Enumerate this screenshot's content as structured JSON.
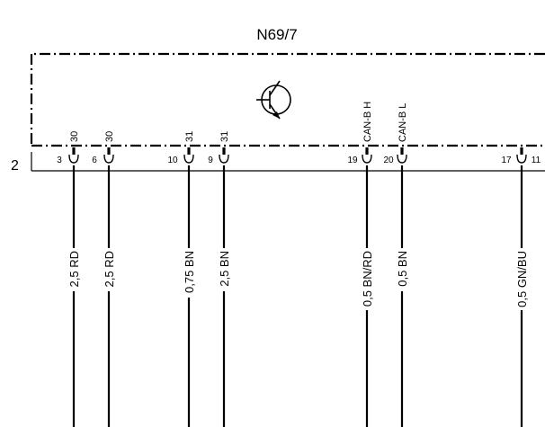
{
  "component": {
    "id": "N69/7",
    "symbol": "transistor-icon"
  },
  "connector_number": "2",
  "pins": [
    {
      "pin": "3",
      "signal": "30",
      "wire": "2,5 RD"
    },
    {
      "pin": "6",
      "signal": "30",
      "wire": "2,5 RD"
    },
    {
      "pin": "10",
      "signal": "31",
      "wire": "0,75 BN"
    },
    {
      "pin": "9",
      "signal": "31",
      "wire": "2,5 BN"
    },
    {
      "pin": "19",
      "signal": "CAN-B H",
      "wire": "0,5 BN/RD"
    },
    {
      "pin": "20",
      "signal": "CAN-B L",
      "wire": "0,5 BN"
    },
    {
      "pin": "17",
      "signal": "",
      "wire": "0,5 GN/BU"
    },
    {
      "pin": "11",
      "signal": "",
      "wire": ""
    }
  ],
  "colors": {
    "line": "#000000",
    "background": "#ffffff"
  }
}
